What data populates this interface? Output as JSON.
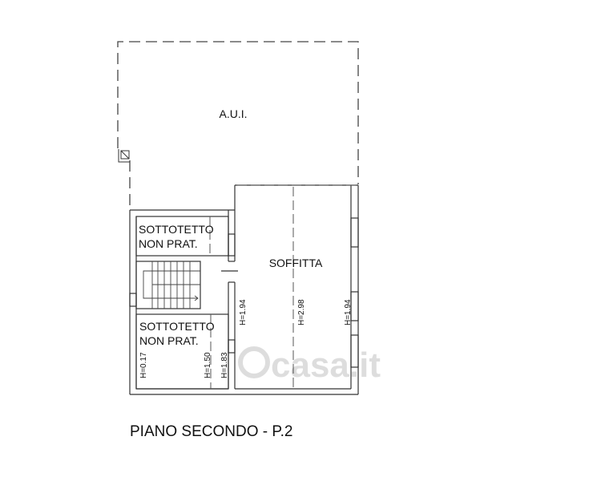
{
  "plan": {
    "title": "PIANO SECONDO - P.2",
    "rooms": {
      "aui": "A.U.I.",
      "sottotetto_top_line1": "SOTTOTETTO",
      "sottotetto_top_line2": "NON PRAT.",
      "sottotetto_bottom_line1": "SOTTOTETTO",
      "sottotetto_bottom_line2": "NON PRAT.",
      "soffitta": "SOFFITTA"
    },
    "heights": {
      "soffitta_left": "H=1.94",
      "soffitta_center": "H=2.98",
      "soffitta_right": "H=1.94",
      "sottotetto_left": "H=0.17",
      "sottotetto_mid": "H=1.50",
      "sottotetto_right": "H=1.83"
    },
    "watermark": "casa.it"
  }
}
